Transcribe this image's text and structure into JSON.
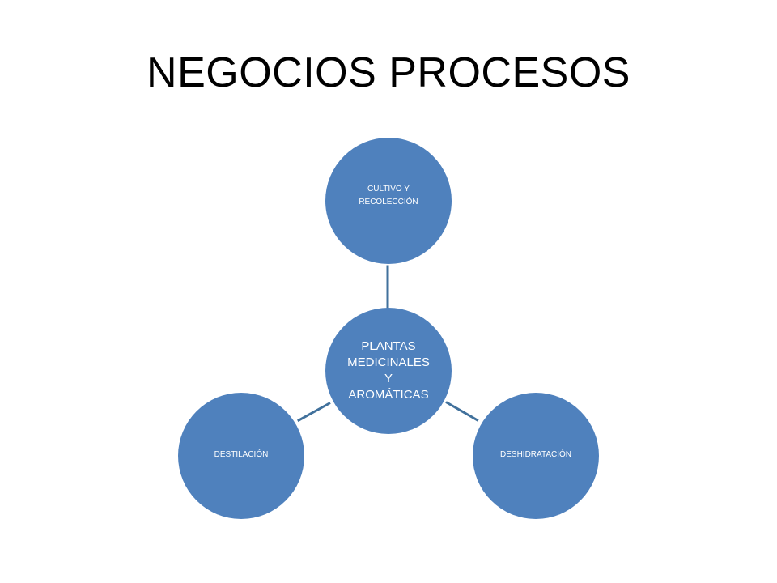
{
  "slide": {
    "title": "NEGOCIOS PROCESOS"
  },
  "diagram": {
    "type": "radial-cycle",
    "colors": {
      "node_fill": "#4f81bd",
      "connector": "#41719c",
      "node_text": "#ffffff"
    },
    "center": {
      "label": "PLANTAS\nMEDICINALES\nY\nAROMÁTICAS"
    },
    "satellites": [
      {
        "id": "top",
        "label": "CULTIVO Y\nRECOLECCIÓN"
      },
      {
        "id": "left",
        "label": "DESTILACIÓN"
      },
      {
        "id": "right",
        "label": "DESHIDRATACIÓN"
      }
    ]
  }
}
